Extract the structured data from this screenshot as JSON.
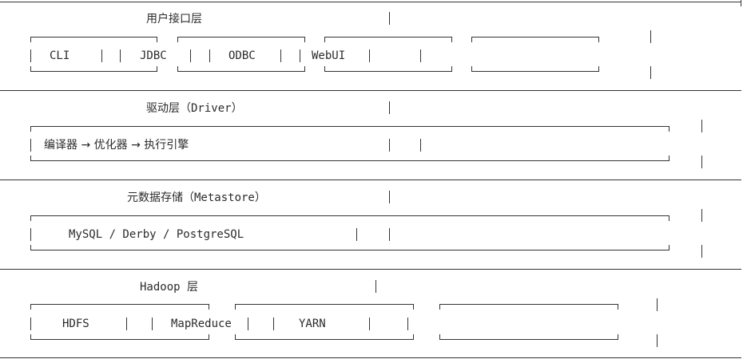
{
  "layers": [
    {
      "title": "用户接口层",
      "items": [
        {
          "text": "CLI"
        },
        {
          "text": "JDBC"
        },
        {
          "text": "ODBC"
        },
        {
          "text": "WebUI"
        }
      ]
    },
    {
      "title": "驱动层（Driver）",
      "flow": "编译器 → 优化器 → 执行引擎"
    },
    {
      "title": "元数据存储（Metastore）",
      "content": "MySQL / Derby / PostgreSQL"
    },
    {
      "title": "Hadoop 层",
      "items": [
        {
          "text": "HDFS"
        },
        {
          "text": "MapReduce"
        },
        {
          "text": "YARN"
        }
      ]
    }
  ]
}
